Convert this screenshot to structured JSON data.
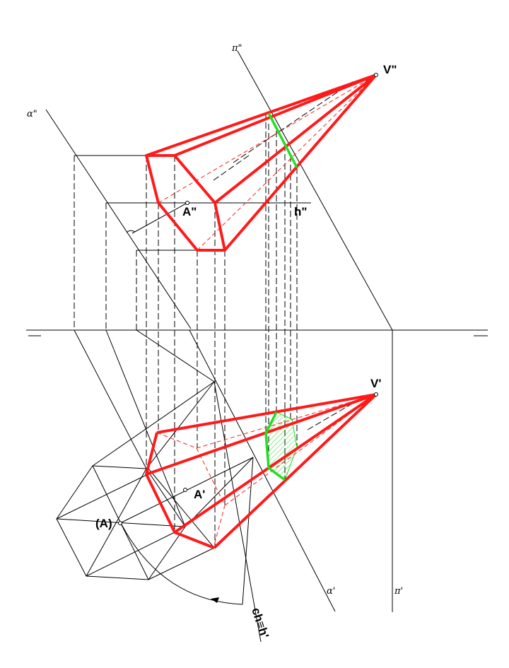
{
  "labels": {
    "apex_front": "V\"",
    "apex_top": "V'",
    "point_front": "A\"",
    "point_top": "A'",
    "point_rotated": "(A)",
    "horizontal_front": "h\"",
    "plane_alpha_front": "α\"",
    "plane_alpha_top": "α'",
    "plane_pi_front": "π\"",
    "plane_pi_top": "π'",
    "rotation_axis": "ch≡h'"
  },
  "colors": {
    "solid_edges": "#ff1a1a",
    "section": "#22dd22",
    "construction": "#000000"
  }
}
